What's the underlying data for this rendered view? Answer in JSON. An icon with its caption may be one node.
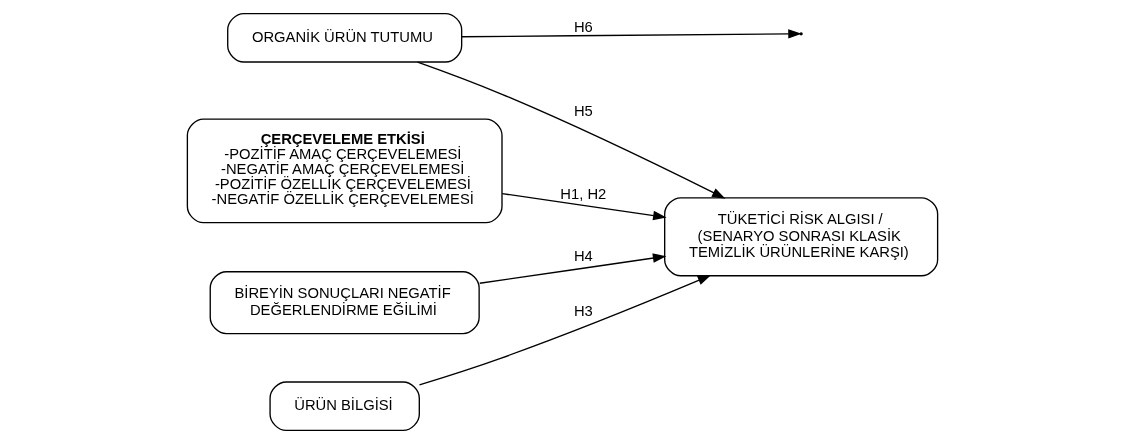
{
  "diagram": {
    "nodes": [
      {
        "text": [
          "ORGANİK ÜRÜN TUTUMU"
        ]
      },
      {
        "text": [
          "ÇERÇEVELEME ETKİSİ",
          "-POZİTİF AMAÇ ÇERÇEVELEMESİ",
          "-NEGATİF AMAÇ ÇERÇEVELEMESİ",
          "-POZİTİF ÖZELLİK ÇERÇEVELEMESİ",
          "-NEGATİF ÖZELLİK ÇERÇEVELEMESİ"
        ]
      },
      {
        "text": [
          "TÜKETİCİ RİSK ALGISI / (SENARYO SONRASI KLASİK TEMİZLİK ÜRÜNLERİNE KARŞI)"
        ]
      },
      {
        "text": [
          "BİREYİN SONUÇLARI NEGATİF DEĞERLENDİRME EĞİLİMİ"
        ]
      },
      {
        "text": [
          "ÜRÜN BİLGİSİ"
        ]
      }
    ],
    "edges": [
      {
        "from": 0,
        "to": 2,
        "arrow": "to",
        "label": "H5"
      },
      {
        "from": 0,
        "to": null,
        "arrow": "to",
        "label": "H6"
      },
      {
        "from": 1,
        "to": 2,
        "arrow": "to",
        "label": "H1, H2"
      },
      {
        "from": 3,
        "to": 2,
        "arrow": "to",
        "label": "H4"
      },
      {
        "from": 4,
        "to": 2,
        "arrow": "to",
        "label": "H3"
      }
    ]
  }
}
